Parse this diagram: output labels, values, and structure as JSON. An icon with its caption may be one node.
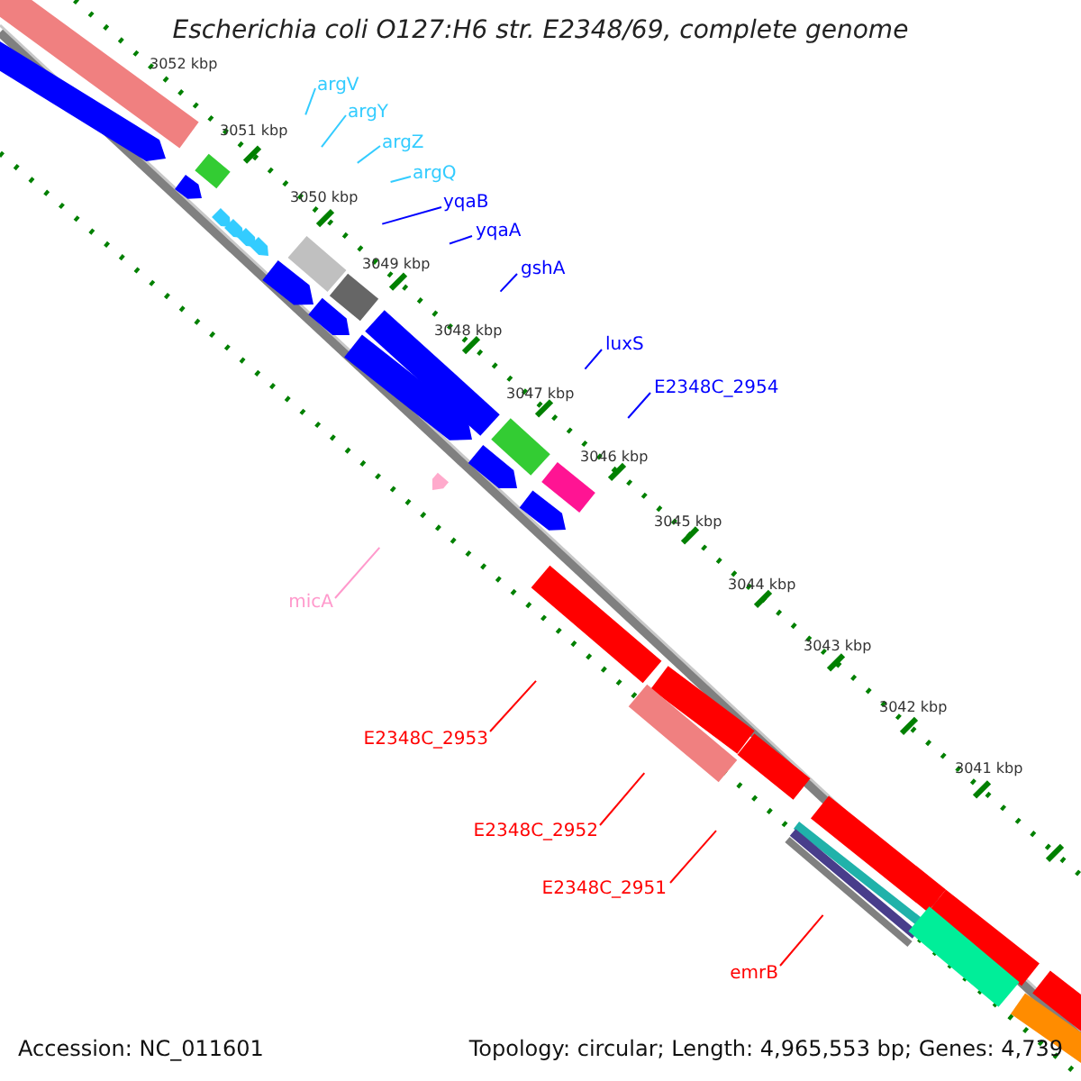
{
  "diagram": {
    "title": "Escherichia coli O127:H6 str. E2348/69, complete genome",
    "nodes": [
      {
        "text": [
          "argV"
        ]
      },
      {
        "text": [
          "argY"
        ]
      },
      {
        "text": [
          "argZ"
        ]
      },
      {
        "text": [
          "argQ"
        ]
      },
      {
        "text": [
          "yqaB"
        ]
      },
      {
        "text": [
          "yqaA"
        ]
      },
      {
        "text": [
          "gshA"
        ]
      },
      {
        "text": [
          "luxS"
        ]
      },
      {
        "text": [
          "E2348C_2954"
        ]
      },
      {
        "text": [
          "micA"
        ]
      },
      {
        "text": [
          "E2348C_2953"
        ]
      },
      {
        "text": [
          "E2348C_2952"
        ]
      },
      {
        "text": [
          "E2348C_2951"
        ]
      },
      {
        "text": [
          "emrB"
        ]
      }
    ],
    "edges": [
      {
        "from": 0,
        "to": null,
        "arrow": "none",
        "color": "#33ccff"
      },
      {
        "from": 1,
        "to": null,
        "arrow": "none",
        "color": "#33ccff"
      },
      {
        "from": 2,
        "to": null,
        "arrow": "none",
        "color": "#33ccff"
      },
      {
        "from": 3,
        "to": null,
        "arrow": "none",
        "color": "#33ccff"
      },
      {
        "from": 4,
        "to": null,
        "arrow": "none"
      },
      {
        "from": 5,
        "to": null,
        "arrow": "none"
      },
      {
        "from": 6,
        "to": null,
        "arrow": "none"
      },
      {
        "from": 7,
        "to": null,
        "arrow": "none"
      },
      {
        "from": 8,
        "to": null,
        "arrow": "none"
      },
      {
        "from": 9,
        "to": null,
        "arrow": "none",
        "color": "#ff99cc"
      },
      {
        "from": 10,
        "to": null,
        "arrow": "none",
        "color": "#ff0000"
      },
      {
        "from": 11,
        "to": null,
        "arrow": "none",
        "color": "#ff0000"
      },
      {
        "from": 12,
        "to": null,
        "arrow": "none",
        "color": "#ff0000"
      },
      {
        "from": 13,
        "to": null,
        "arrow": "none",
        "color": "#ff0000"
      }
    ],
    "labels": [
      "3052 kbp",
      "3051 kbp",
      "3050 kbp",
      "3049 kbp",
      "3048 kbp",
      "3047 kbp",
      "3046 kbp",
      "3045 kbp",
      "3044 kbp",
      "3043 kbp",
      "3042 kbp",
      "3041 kbp",
      "Accession: NC_011601",
      "Topology: circular; Length: 4,965,553 bp; Genes: 4,739"
    ]
  }
}
